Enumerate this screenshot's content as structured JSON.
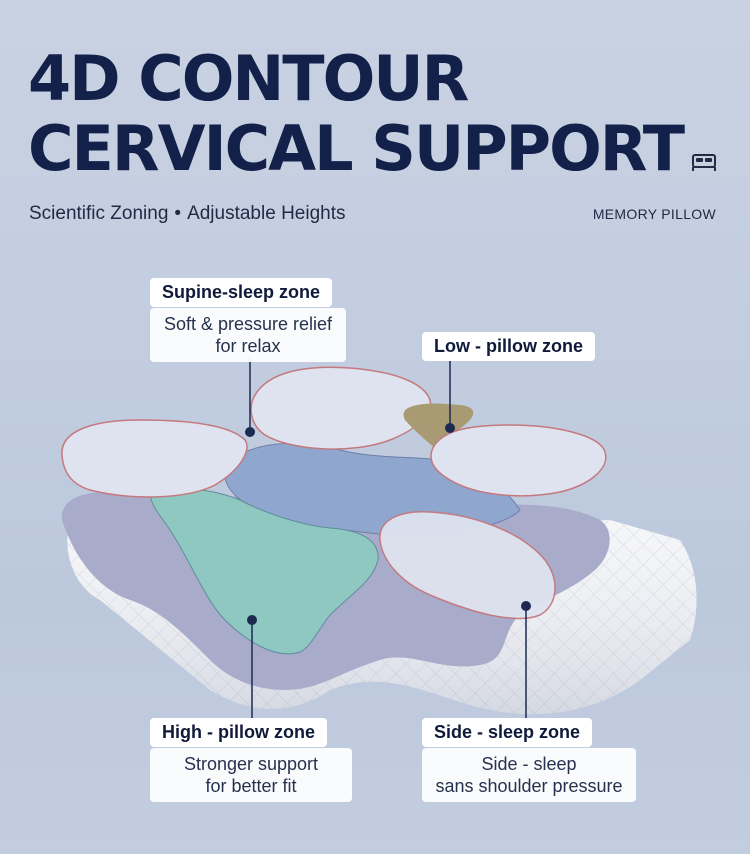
{
  "title_line1": "4D CONTOUR",
  "title_line2": "CERVICAL SUPPORT",
  "subtitle_left": "Scientific Zoning",
  "subtitle_separator": "•",
  "subtitle_right": "Adjustable Heights",
  "brand_text": "MEMORY PILLOW",
  "zones": {
    "supine": {
      "label": "Supine-sleep zone",
      "desc_line1": "Soft & pressure relief",
      "desc_line2": "for relax"
    },
    "low": {
      "label": "Low - pillow zone"
    },
    "high": {
      "label": "High - pillow zone",
      "desc_line1": "Stronger support",
      "desc_line2": "for better fit"
    },
    "side": {
      "label": "Side - sleep zone",
      "desc_line1": "Side - sleep",
      "desc_line2": "sans shoulder pressure"
    }
  },
  "colors": {
    "title": "#13204a",
    "supine_zone": "#8fa6cf",
    "high_zone": "#8ec8c0",
    "low_zone": "#a89a73",
    "pillow_base": "#a7a9c8"
  }
}
